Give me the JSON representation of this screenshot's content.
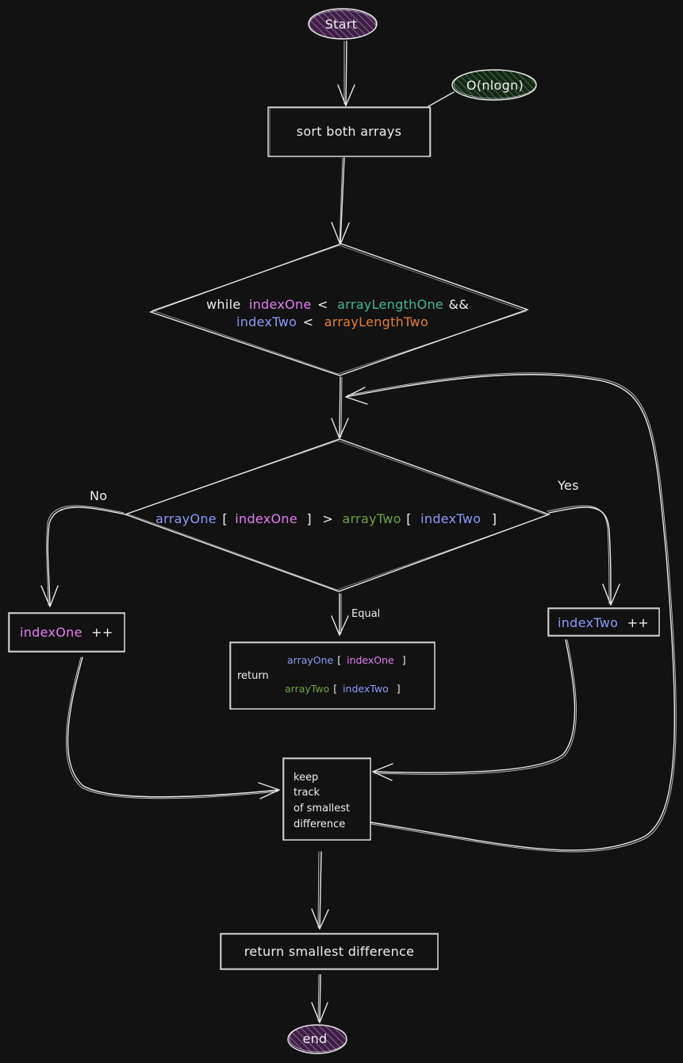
{
  "colors": {
    "background": "#121212",
    "stroke": "#e8e8e8",
    "text": "#eeeeee",
    "pink": "#e37ff0",
    "teal": "#3fb98f",
    "blue": "#8b9bf5",
    "green": "#6ba33f",
    "orange": "#e3802e",
    "terminal_fill": "#6b3d73",
    "note_fill": "#2a4a25"
  },
  "nodes": {
    "start": "Start",
    "complexity_note": "O(nlogn)",
    "sort": "sort both arrays",
    "loop_condition": {
      "while": "while",
      "index_one": "indexOne",
      "lt1": "<",
      "length_one": "arrayLengthOne",
      "and": "&&",
      "index_two": "indexTwo",
      "lt2": "<",
      "length_two": "arrayLengthTwo"
    },
    "compare": {
      "array_one": "arrayOne",
      "open1": "[",
      "index_one": "indexOne",
      "close1": "]",
      "gt": ">",
      "array_two": "arrayTwo",
      "open2": "[",
      "index_two": "indexTwo",
      "close2": "]"
    },
    "label_no": "No",
    "label_yes": "Yes",
    "label_equal": "Equal",
    "inc_one": {
      "var": "indexOne",
      "op": "++"
    },
    "inc_two": {
      "var": "indexTwo",
      "op": "++"
    },
    "return_equal": {
      "return": "return",
      "array_one": "arrayOne",
      "open1": "[",
      "index_one": "indexOne",
      "close1": "]",
      "array_two": "arrayTwo",
      "open2": "[",
      "index_two": "indexTwo",
      "close2": "]"
    },
    "keep_track": {
      "line1": "keep",
      "line2": "track",
      "line3": "of smallest",
      "line4": "difference"
    },
    "return_smallest": "return smallest difference",
    "end": "end"
  }
}
